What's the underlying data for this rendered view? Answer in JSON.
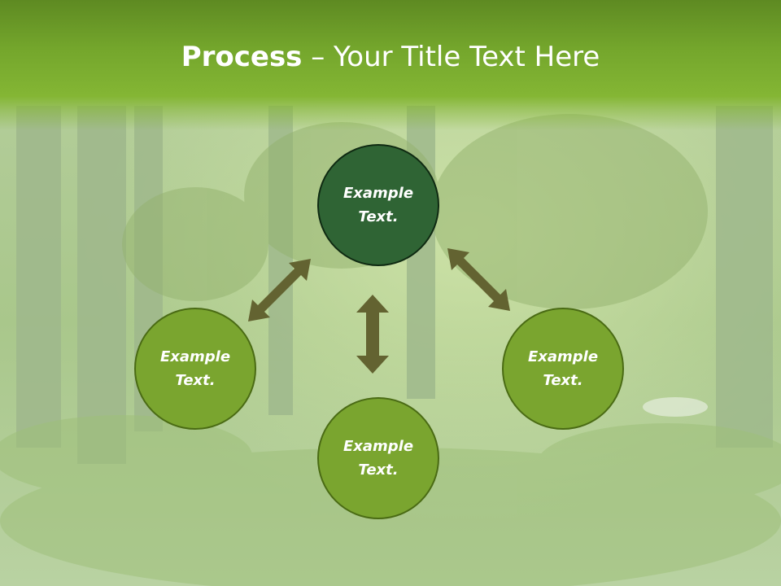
{
  "title": {
    "bold": "Process",
    "rest": " – Your Title Text Here"
  },
  "nodes": {
    "top": "Example Text.",
    "left": "Example Text.",
    "right": "Example Text.",
    "bottom": "Example Text."
  },
  "colors": {
    "header_green": "#84b634",
    "node_dark": "#2f6434",
    "node_light": "#7aa52f",
    "arrow": "#636331"
  },
  "background": "forest-photo"
}
